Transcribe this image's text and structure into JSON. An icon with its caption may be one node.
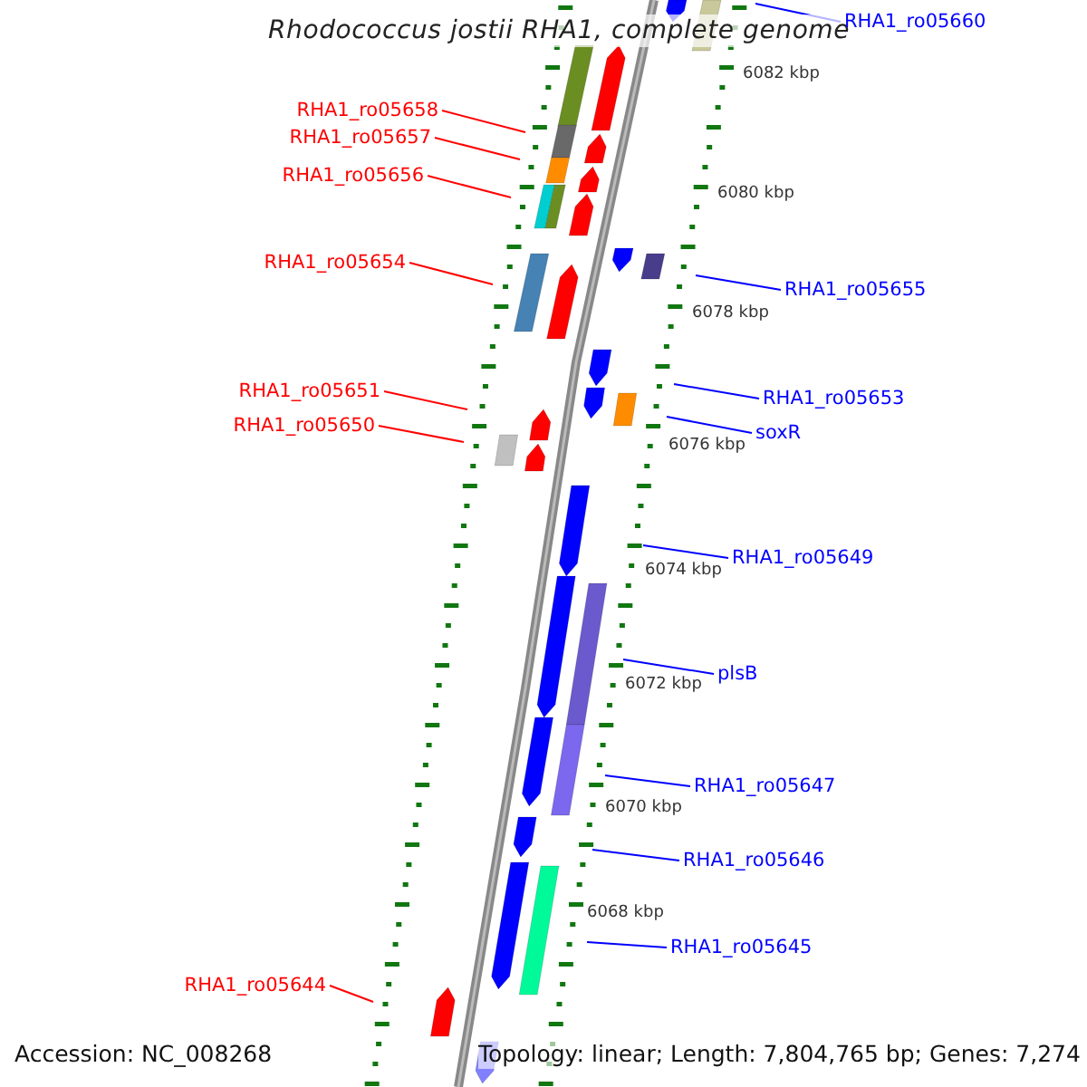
{
  "diagram": {
    "title": "Rhodococcus jostii RHA1, complete genome",
    "nodes": [
      {
        "text": [
          "RHA1_ro05660"
        ]
      },
      {
        "text": [
          "RHA1_ro05658"
        ]
      },
      {
        "text": [
          "RHA1_ro05657"
        ]
      },
      {
        "text": [
          "RHA1_ro05656"
        ]
      },
      {
        "text": [
          "RHA1_ro05654"
        ]
      },
      {
        "text": [
          "RHA1_ro05655"
        ]
      },
      {
        "text": [
          "RHA1_ro05651"
        ]
      },
      {
        "text": [
          "RHA1_ro05650"
        ]
      },
      {
        "text": [
          "RHA1_ro05653"
        ]
      },
      {
        "text": [
          "soxR"
        ]
      },
      {
        "text": [
          "RHA1_ro05649"
        ]
      },
      {
        "text": [
          "plsB"
        ]
      },
      {
        "text": [
          "RHA1_ro05647"
        ]
      },
      {
        "text": [
          "RHA1_ro05646"
        ]
      },
      {
        "text": [
          "RHA1_ro05645"
        ]
      },
      {
        "text": [
          "RHA1_ro05644"
        ]
      }
    ],
    "edges": [
      {
        "from": 0,
        "to": null,
        "arrow": "none"
      },
      {
        "from": 1,
        "to": null,
        "arrow": "none",
        "color": "#ff0000"
      },
      {
        "from": 2,
        "to": null,
        "arrow": "none",
        "color": "#ff0000"
      },
      {
        "from": 3,
        "to": null,
        "arrow": "none",
        "color": "#ff0000"
      },
      {
        "from": 4,
        "to": null,
        "arrow": "none",
        "color": "#ff0000"
      },
      {
        "from": 5,
        "to": null,
        "arrow": "none"
      },
      {
        "from": 6,
        "to": null,
        "arrow": "none",
        "color": "#ff0000"
      },
      {
        "from": 7,
        "to": null,
        "arrow": "none",
        "color": "#ff0000"
      },
      {
        "from": 8,
        "to": null,
        "arrow": "none"
      },
      {
        "from": 9,
        "to": null,
        "arrow": "none"
      },
      {
        "from": 10,
        "to": null,
        "arrow": "none"
      },
      {
        "from": 11,
        "to": null,
        "arrow": "none"
      },
      {
        "from": 12,
        "to": null,
        "arrow": "none"
      },
      {
        "from": 13,
        "to": null,
        "arrow": "none"
      },
      {
        "from": 14,
        "to": null,
        "arrow": "none"
      },
      {
        "from": 15,
        "to": null,
        "arrow": "none",
        "color": "#ff0000"
      }
    ],
    "labels": [
      "6082 kbp",
      "6080 kbp",
      "6078 kbp",
      "6076 kbp",
      "6074 kbp",
      "6072 kbp",
      "6070 kbp",
      "6068 kbp",
      "Accession: NC_008268",
      "Topology: linear; Length: 7,804,765 bp; Genes: 7,274"
    ]
  }
}
